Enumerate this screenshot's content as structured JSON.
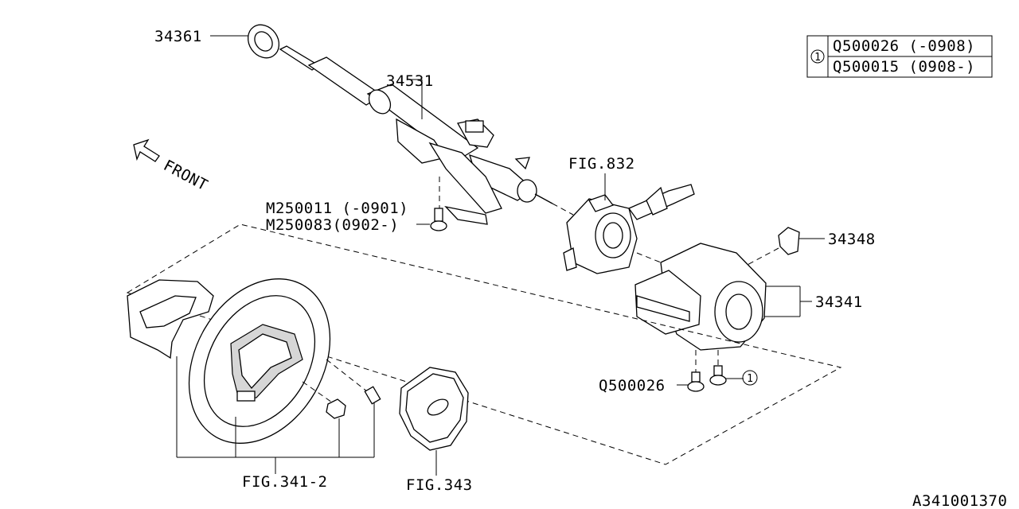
{
  "diagram": {
    "labels": {
      "top_seal": "34361",
      "column": "34531",
      "bolt_a": "M250011 (-0901)",
      "bolt_b": "M250083(0902-)",
      "fig_832": "FIG.832",
      "clip": "34348",
      "cover": "34341",
      "screw": "Q500026",
      "callout_ref": "1",
      "fig_341": "FIG.341-2",
      "fig_343": "FIG.343",
      "front": "FRONT",
      "drawing_id": "A341001370"
    },
    "legend": {
      "marker": "1",
      "rows": [
        "Q500026 (-0908)",
        "Q500015 (0908-)"
      ]
    }
  }
}
